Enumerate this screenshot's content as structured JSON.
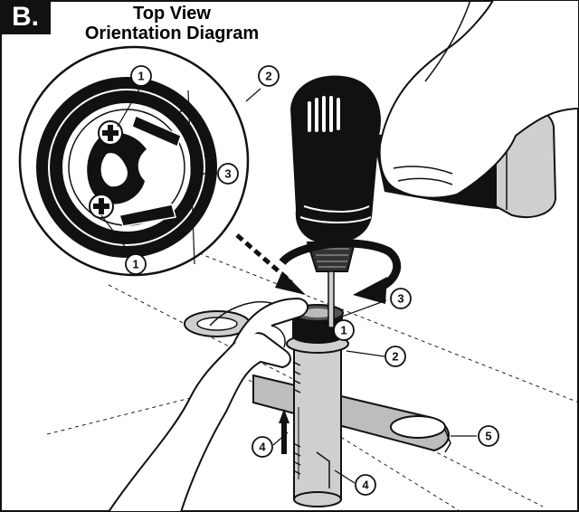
{
  "badge": "B.",
  "title": {
    "line1": "Top View",
    "line2": "Orientation Diagram"
  },
  "callouts": {
    "c1a": "1",
    "c1b": "1",
    "c2": "2",
    "c3": "3",
    "d1": "1",
    "d2": "2",
    "d3": "3",
    "d4a": "4",
    "d4b": "4",
    "d5": "5"
  },
  "colors": {
    "ink": "#111111",
    "metal": "#cfcfcf",
    "handle": "#bdbdbd",
    "background": "#ffffff"
  }
}
